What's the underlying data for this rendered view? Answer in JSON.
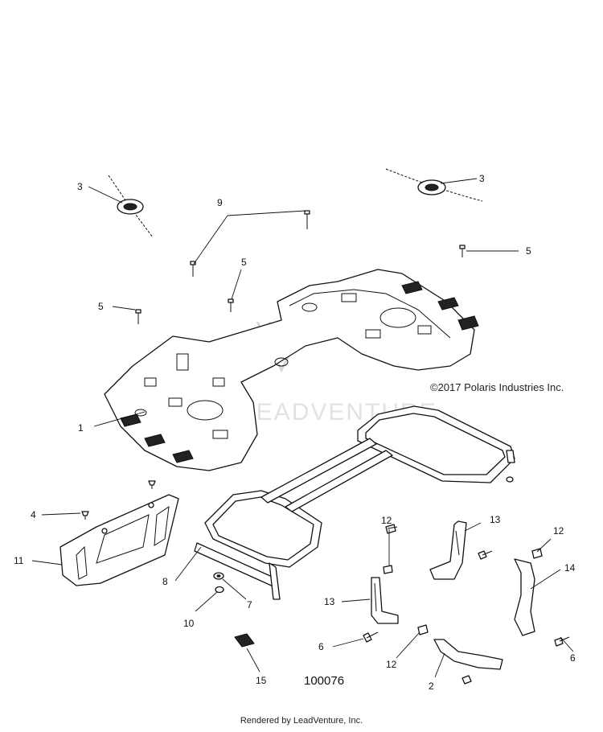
{
  "copyright": "©2017 Polaris Industries Inc.",
  "watermark": "LEADVENTURE",
  "figure_number": "100076",
  "footer": "Rendered by LeadVenture, Inc.",
  "callouts": {
    "c1": "1",
    "c2": "2",
    "c3a": "3",
    "c3b": "3",
    "c4": "4",
    "c5a": "5",
    "c5b": "5",
    "c5c": "5",
    "c6a": "6",
    "c6b": "6",
    "c7": "7",
    "c8": "8",
    "c9": "9",
    "c10": "10",
    "c11": "11",
    "c12a": "12",
    "c12b": "12",
    "c12c": "12",
    "c13a": "13",
    "c13b": "13",
    "c14": "14",
    "c15": "15"
  }
}
